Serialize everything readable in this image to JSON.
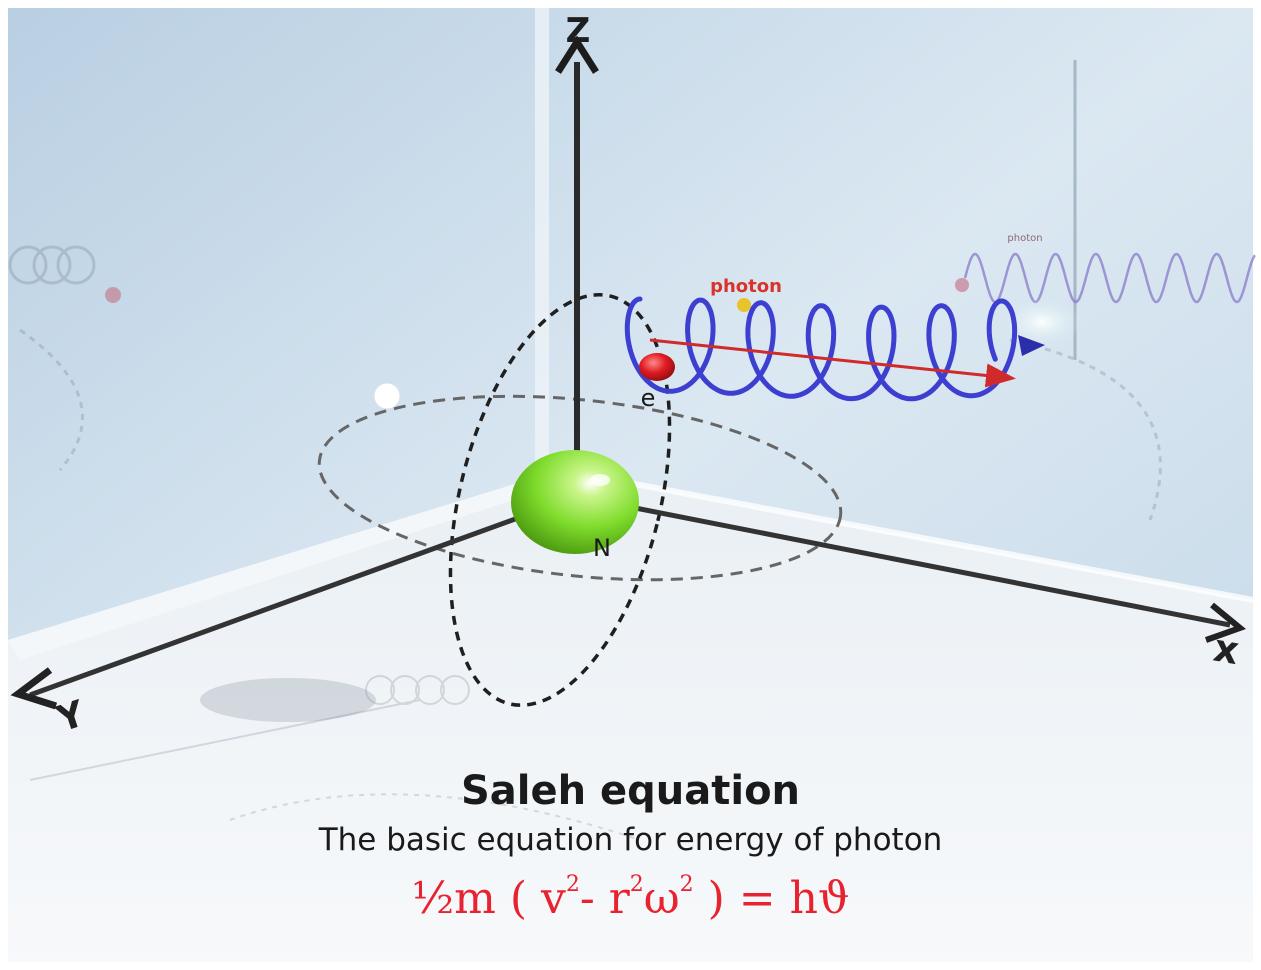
{
  "diagram": {
    "axis_labels": {
      "z": "Z",
      "x": "x",
      "y": "Y"
    },
    "nucleus_label": "N",
    "electron_label": "e",
    "photon_label": "photon",
    "reflection_photon_label": "photon"
  },
  "caption": {
    "title": "Saleh equation",
    "subtitle": "The basic equation for energy of photon",
    "equation": {
      "half": "½",
      "m": "m ( v",
      "sq1": "2",
      "minus_r": "- r",
      "sq2": "2",
      "omega": "ω",
      "sq3": "2",
      "rhs": " ) = hϑ"
    }
  },
  "colors": {
    "nucleus": "#8fe63a",
    "electron": "#e01b22",
    "photon_spiral": "#3d3fd0",
    "photon_arrow": "#d02a2a",
    "photon_label": "#d8342c",
    "equation": "#e8222e"
  }
}
